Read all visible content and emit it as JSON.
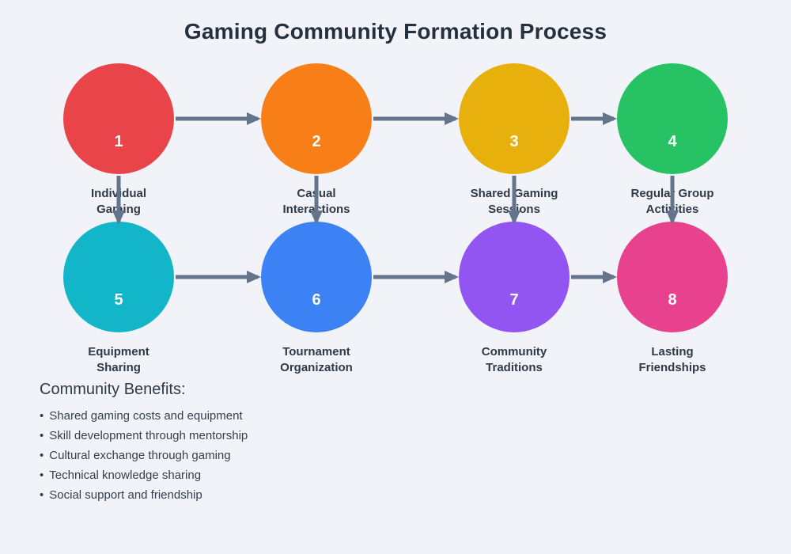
{
  "title": "Gaming Community Formation Process",
  "colors": {
    "background": "#f1f3f8",
    "arrow": "#64748b",
    "title_text": "#25303e",
    "label_text": "#2f3a49",
    "number_text": "#ffffff"
  },
  "nodes": [
    {
      "number": "1",
      "label": "Individual Gaming",
      "label_lines": [
        "Individual",
        "Gaming"
      ],
      "color": "#e8444a"
    },
    {
      "number": "2",
      "label": "Casual Interactions",
      "label_lines": [
        "Casual",
        "Interactions"
      ],
      "color": "#f87f18"
    },
    {
      "number": "3",
      "label": "Shared Gaming Sessions",
      "label_lines": [
        "Shared Gaming",
        "Sessions"
      ],
      "color": "#e7b00d"
    },
    {
      "number": "4",
      "label": "Regular Group Activities",
      "label_lines": [
        "Regular Group",
        "Activities"
      ],
      "color": "#27c263"
    },
    {
      "number": "5",
      "label": "Equipment Sharing",
      "label_lines": [
        "Equipment",
        "Sharing"
      ],
      "color": "#13b6c8"
    },
    {
      "number": "6",
      "label": "Tournament Organization",
      "label_lines": [
        "Tournament",
        "Organization"
      ],
      "color": "#3d82f4"
    },
    {
      "number": "7",
      "label": "Community Traditions",
      "label_lines": [
        "Community",
        "Traditions"
      ],
      "color": "#9355f1"
    },
    {
      "number": "8",
      "label": "Lasting Friendships",
      "label_lines": [
        "Lasting",
        "Friendships"
      ],
      "color": "#e8428e"
    }
  ],
  "benefits": {
    "heading": "Community Benefits:",
    "bullet": "•",
    "items": [
      "Shared gaming costs and equipment",
      "Skill development through mentorship",
      "Cultural exchange through gaming",
      "Technical knowledge sharing",
      "Social support and friendship"
    ]
  }
}
